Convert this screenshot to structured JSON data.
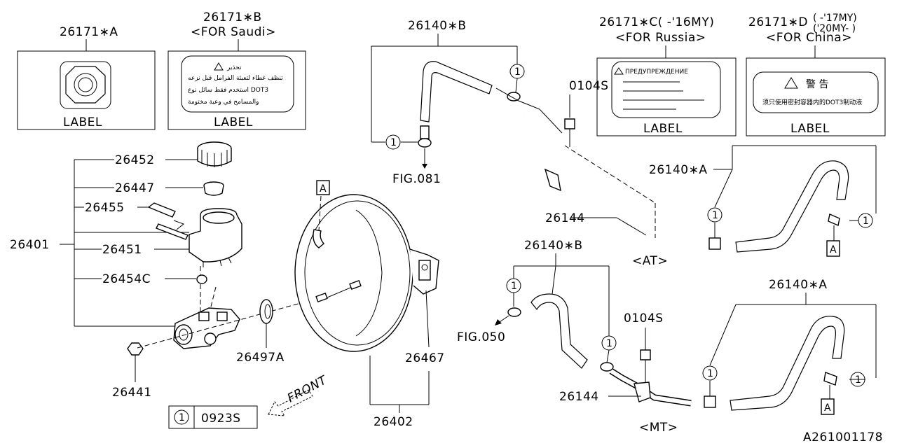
{
  "diagram_id": "A261001178",
  "labels": {
    "l26171A": {
      "part": "26171∗A",
      "caption": "LABEL"
    },
    "l26171B": {
      "part": "26171∗B",
      "note": "<FOR Saudi>",
      "caption": "LABEL"
    },
    "l26171C": {
      "part": "26171∗C( -'16MY)",
      "note": "<FOR Russia>",
      "caption": "LABEL",
      "sticker_title": "ПРЕДУПРЕЖДЕНИЕ"
    },
    "l26171D": {
      "part": "26171∗D",
      "years": "( -'17MY)",
      "years2": "('20MY- )",
      "note": "<FOR China>",
      "caption": "LABEL",
      "sticker_title": "警 告",
      "sticker_text": "须只使用密封容器内的DOT3制动液"
    }
  },
  "saudi_text": [
    "تحذير",
    "تنظف غطاء لتعبئة الفرامل قبل نزعه",
    "استخدم فقط سائل نوع DOT3",
    "والمسامح في وعية مختومة"
  ],
  "parts": {
    "p26452": "26452",
    "p26447": "26447",
    "p26455": "26455",
    "p26401": "26401",
    "p26451": "26451",
    "p26454C": "26454C",
    "p26441": "26441",
    "p26497A": "26497A",
    "p26402": "26402",
    "p26467": "26467",
    "p26140B_top": "26140∗B",
    "p26140B_mt": "26140∗B",
    "p26140A_top": "26140∗A",
    "p26140A_mt": "26140∗A",
    "p0104S_top": "0104S",
    "p0104S_mt": "0104S",
    "p26144_top": "26144",
    "p26144_mt": "26144"
  },
  "refs": {
    "fig081": "FIG.081",
    "fig050": "FIG.050",
    "at": "<AT>",
    "mt": "<MT>",
    "front": "FRONT",
    "callout_a": "A",
    "callout_1": "1"
  },
  "legend": {
    "num": "1",
    "part": "0923S"
  }
}
